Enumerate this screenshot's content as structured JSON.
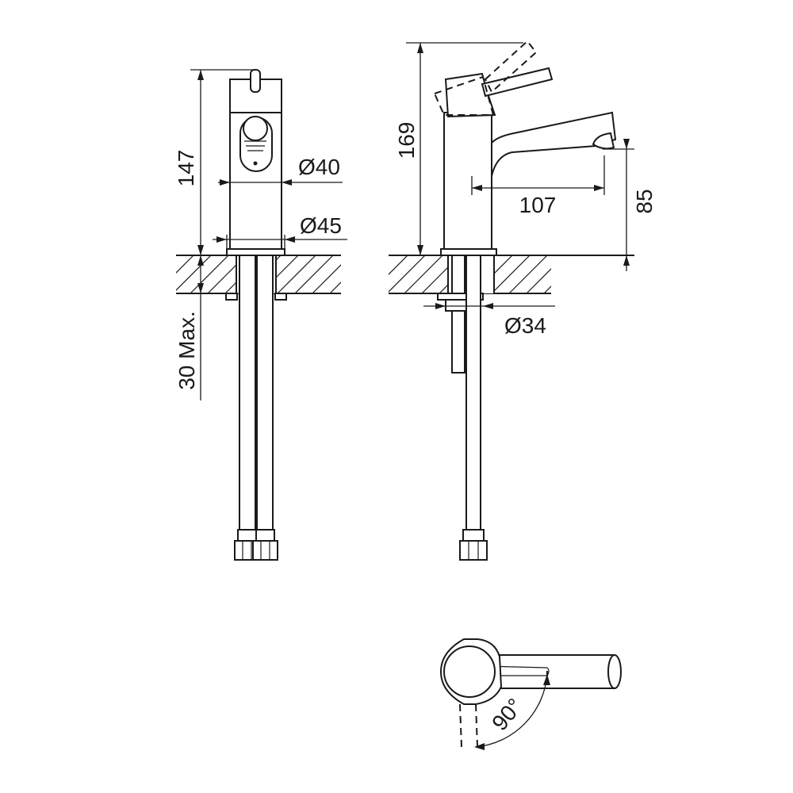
{
  "dimensions": {
    "height_front": "147",
    "height_side": "169",
    "dia_body": "Ø40",
    "dia_base": "Ø45",
    "dia_shank": "Ø34",
    "spout_reach": "107",
    "spout_height": "85",
    "max_counter_thickness": "30 Max.",
    "rotation_angle": "90°"
  }
}
